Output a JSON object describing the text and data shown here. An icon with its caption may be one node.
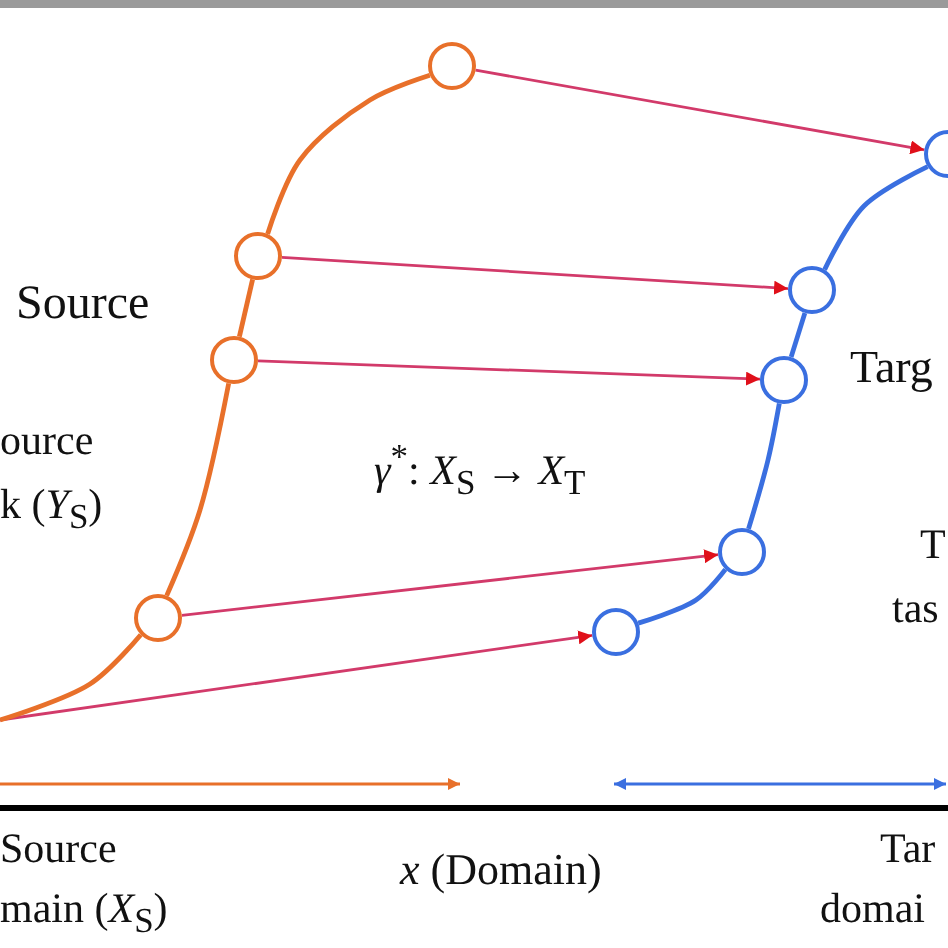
{
  "diagram": {
    "nodes": [
      {
        "text": [],
        "shape": "circle"
      },
      {
        "text": [],
        "shape": "circle"
      },
      {
        "text": [],
        "shape": "circle"
      },
      {
        "text": [],
        "shape": "circle"
      },
      {
        "text": [],
        "shape": "circle"
      },
      {
        "text": [],
        "shape": "circle"
      },
      {
        "text": [],
        "shape": "circle"
      },
      {
        "text": [],
        "shape": "circle"
      },
      {
        "text": [],
        "shape": "circle"
      }
    ],
    "edges": [
      {
        "from": 0,
        "to": 4,
        "arrow": "to"
      },
      {
        "from": 1,
        "to": 5,
        "arrow": "to"
      },
      {
        "from": 2,
        "to": 6,
        "arrow": "to"
      },
      {
        "from": 3,
        "to": 7,
        "arrow": "to"
      },
      {
        "from": null,
        "to": 8,
        "arrow": "to"
      },
      {
        "from": null,
        "to": 3,
        "arrow": "none",
        "color": "#e8702a"
      },
      {
        "from": 3,
        "to": 2,
        "arrow": "none",
        "color": "#e8702a"
      },
      {
        "from": 2,
        "to": 1,
        "arrow": "none",
        "color": "#e8702a"
      },
      {
        "from": 1,
        "to": 0,
        "arrow": "none",
        "color": "#e8702a"
      },
      {
        "from": 8,
        "to": 7,
        "arrow": "none",
        "color": "#3a6fe0"
      },
      {
        "from": 7,
        "to": 6,
        "arrow": "none",
        "color": "#3a6fe0"
      },
      {
        "from": 6,
        "to": 5,
        "arrow": "none",
        "color": "#3a6fe0"
      },
      {
        "from": 5,
        "to": 4,
        "arrow": "none",
        "color": "#3a6fe0"
      }
    ],
    "labels": [
      "Source",
      "ource",
      "k (*Y*$_{S}$)",
      "Targ",
      "*γ*$^{*}$: *X*$_{S}$ → *X*$_{T}$",
      "T",
      "tas",
      "Source",
      "main (*X*$_{S}$)",
      "*x* (Domain)",
      "Tar",
      "domai"
    ]
  }
}
